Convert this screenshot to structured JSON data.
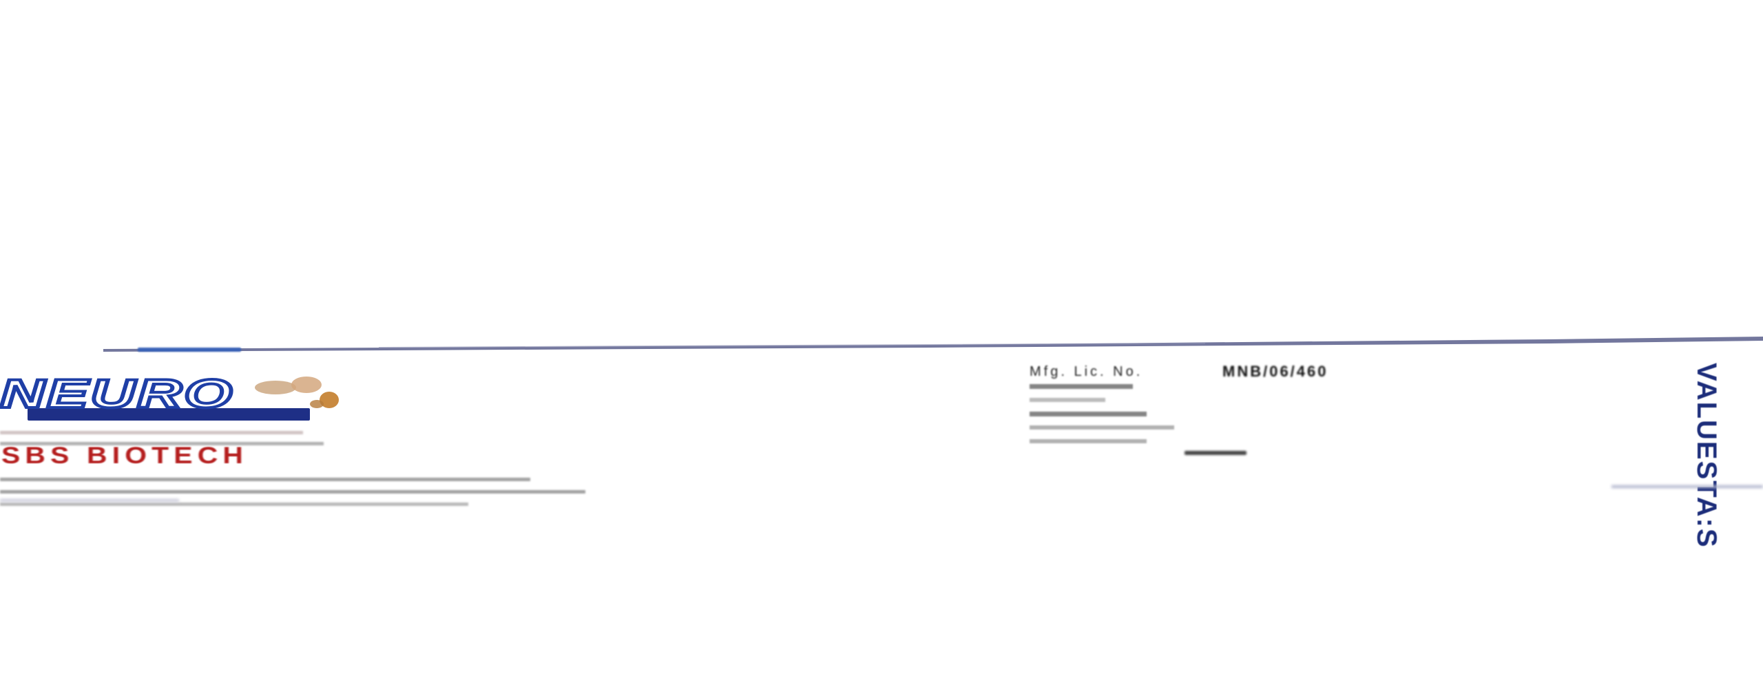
{
  "brand": {
    "logo_text": "NEURO",
    "logo_colors": {
      "outline": "#1f3fa6",
      "band": "#1e2f86"
    },
    "mascot_icon": "mascot-icon",
    "company_name": "SBS BIOTECH",
    "company_color": "#b51e1e"
  },
  "info": {
    "mfg_lic_label": "Mfg. Lic. No.",
    "mfg_lic_value": "MNB/06/460"
  },
  "side_label": {
    "text": "VALUESTA:S"
  },
  "colors": {
    "accent": "#1c2d7a",
    "edge": "#5a5f8c"
  }
}
